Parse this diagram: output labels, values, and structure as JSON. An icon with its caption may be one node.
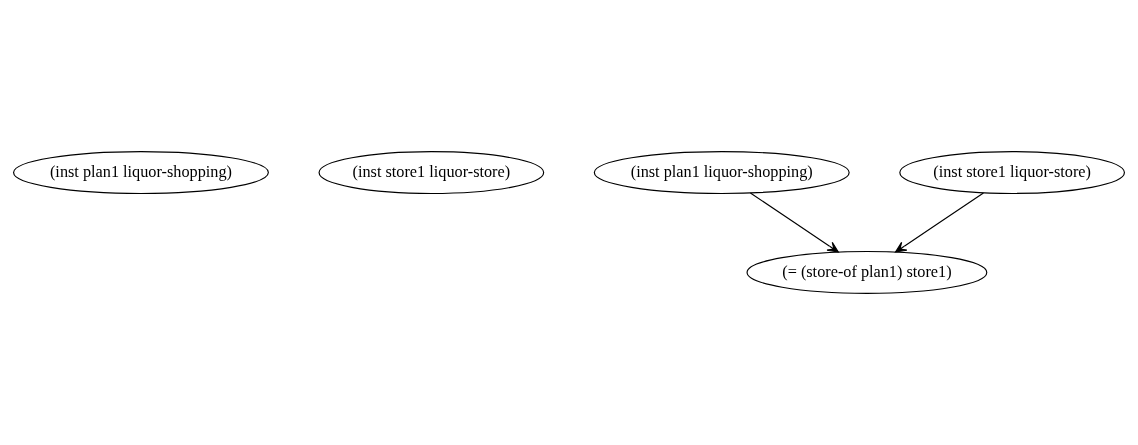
{
  "diagram": {
    "nodes": [
      {
        "text": [
          "(inst plan1 liquor-shopping)"
        ]
      },
      {
        "text": [
          "(inst store1 liquor-store)"
        ]
      },
      {
        "text": [
          "(inst plan1 liquor-shopping)"
        ]
      },
      {
        "text": [
          "(inst store1 liquor-store)"
        ]
      },
      {
        "text": [
          "(= (store-of plan1) store1)"
        ]
      }
    ],
    "edges": [
      {
        "from": 2,
        "to": 4,
        "arrow": "to"
      },
      {
        "from": 3,
        "to": 4,
        "arrow": "to"
      }
    ]
  }
}
